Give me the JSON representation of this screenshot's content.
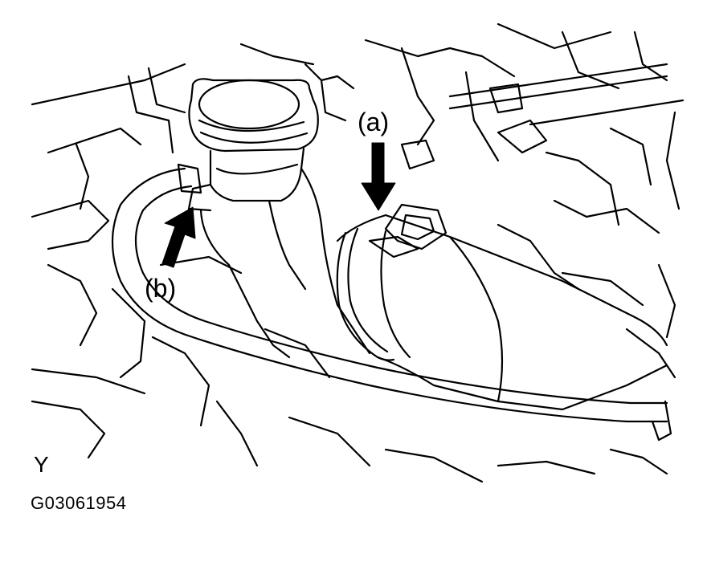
{
  "callouts": {
    "a": "(a)",
    "b": "(b)"
  },
  "view_marker": "Y",
  "figure_code": "G03061954",
  "colors": {
    "line": "#000000",
    "background": "#ffffff"
  }
}
